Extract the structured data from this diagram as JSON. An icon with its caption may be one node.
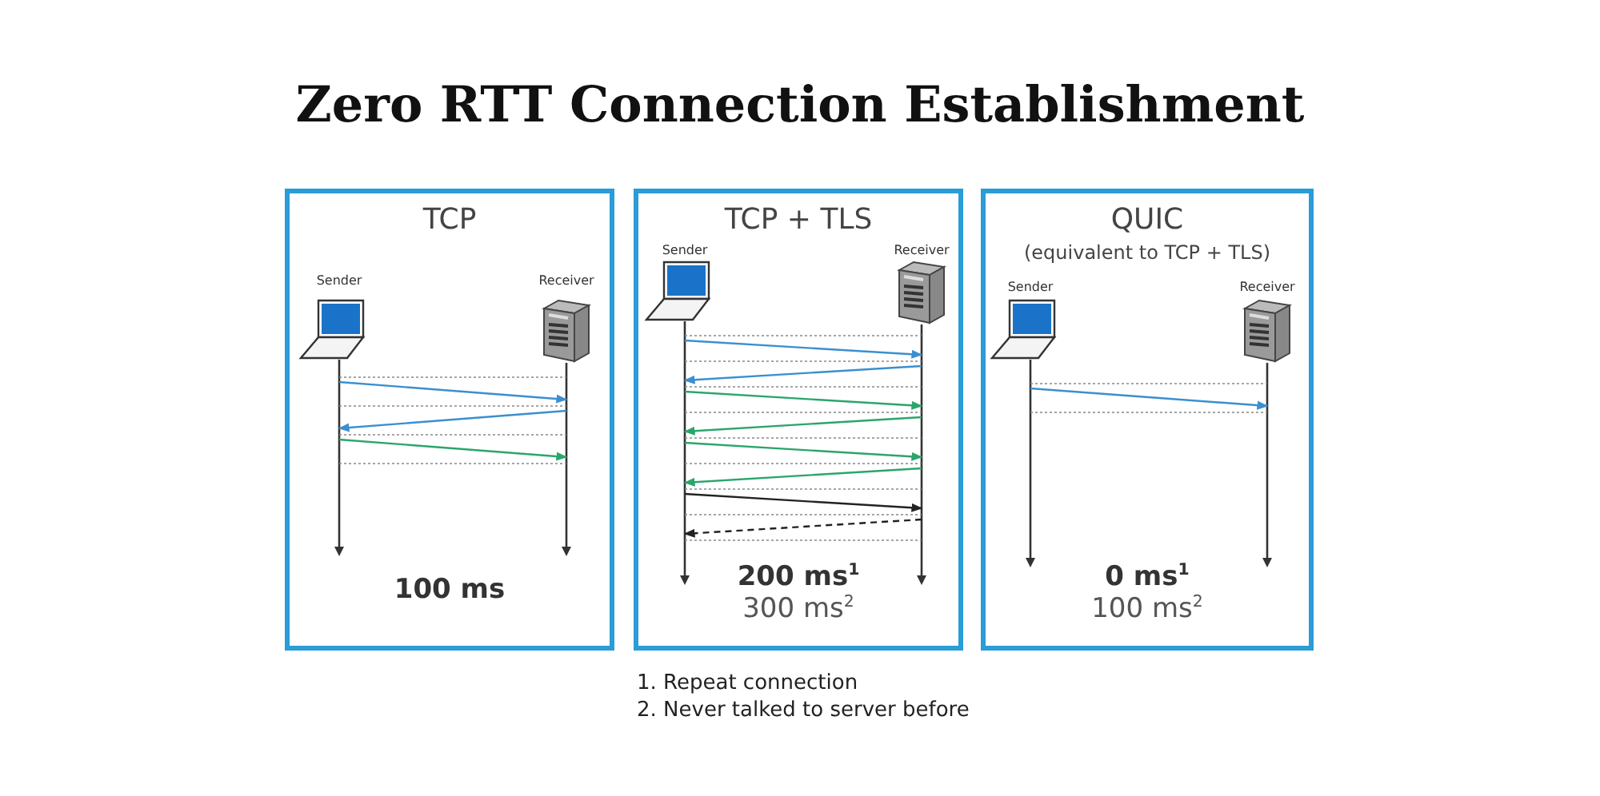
{
  "diagram": {
    "title": "Zero RTT Connection Establishment",
    "nodes": [
      {
        "text": [
          "TCP",
          "100 ms"
        ]
      },
      {
        "text": [
          "Sender"
        ],
        "in": 0
      },
      {
        "text": [
          "Receiver"
        ],
        "in": 0
      },
      {
        "text": [
          "TCP + TLS",
          "200 ms$^{1}$",
          "300 ms$^{2}$"
        ]
      },
      {
        "text": [
          "Sender"
        ],
        "in": 3
      },
      {
        "text": [
          "Receiver"
        ],
        "in": 3
      },
      {
        "text": [
          "QUIC",
          "(equivalent to TCP + TLS)",
          "0 ms$^{1}$",
          "100 ms$^{2}$"
        ]
      },
      {
        "text": [
          "Sender"
        ],
        "in": 6
      },
      {
        "text": [
          "Receiver"
        ],
        "in": 6
      }
    ],
    "edges": [
      {
        "from": 1,
        "to": 2,
        "arrow": "to",
        "color": "#3a8fd0"
      },
      {
        "from": 2,
        "to": 1,
        "arrow": "to",
        "color": "#3a8fd0"
      },
      {
        "from": 1,
        "to": 2,
        "arrow": "to",
        "color": "#2aa66a"
      },
      {
        "from": 4,
        "to": 5,
        "arrow": "to",
        "color": "#3a8fd0"
      },
      {
        "from": 5,
        "to": 4,
        "arrow": "to",
        "color": "#3a8fd0"
      },
      {
        "from": 4,
        "to": 5,
        "arrow": "to",
        "color": "#2aa66a"
      },
      {
        "from": 5,
        "to": 4,
        "arrow": "to",
        "color": "#2aa66a"
      },
      {
        "from": 4,
        "to": 5,
        "arrow": "to",
        "color": "#2aa66a"
      },
      {
        "from": 5,
        "to": 4,
        "arrow": "to",
        "color": "#2aa66a"
      },
      {
        "from": 4,
        "to": 5,
        "arrow": "to",
        "color": "#222222"
      },
      {
        "from": 5,
        "to": 4,
        "arrow": "to",
        "style": "dashed",
        "color": "#222222"
      },
      {
        "from": 7,
        "to": 8,
        "arrow": "to",
        "color": "#3a8fd0"
      }
    ],
    "labels": [
      "1. Repeat connection",
      "2. Never talked to server before"
    ]
  }
}
